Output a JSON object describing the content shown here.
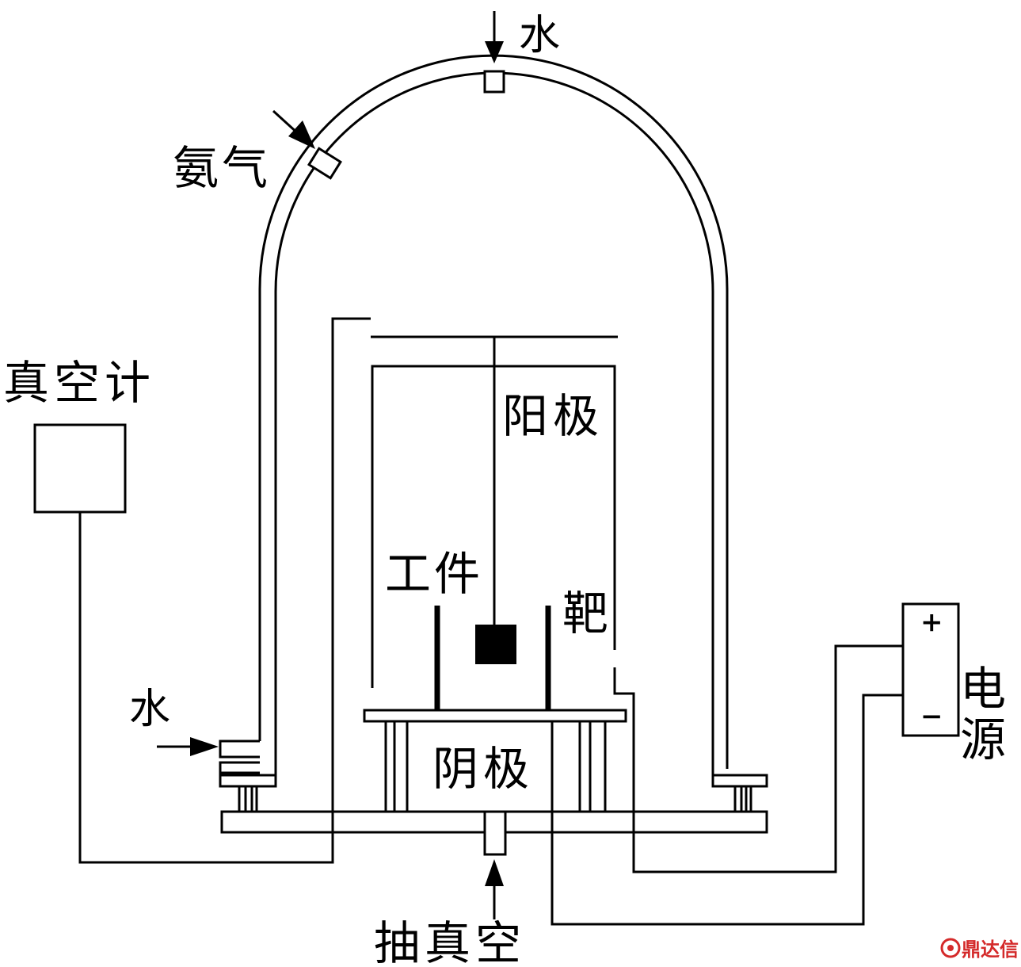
{
  "labels": {
    "water_top": "水",
    "argon": "氨气",
    "vacuum_gauge": "真空计",
    "anode": "阳极",
    "workpiece": "工件",
    "target": "靶",
    "power_supply": "电源",
    "plus": "+",
    "minus": "−",
    "water_side": "水",
    "cathode": "阴极",
    "vacuum_pump": "抽真空"
  },
  "watermark": {
    "text": "鼎达信",
    "icon": "logo-circle-icon",
    "color": "#d42a2a"
  }
}
